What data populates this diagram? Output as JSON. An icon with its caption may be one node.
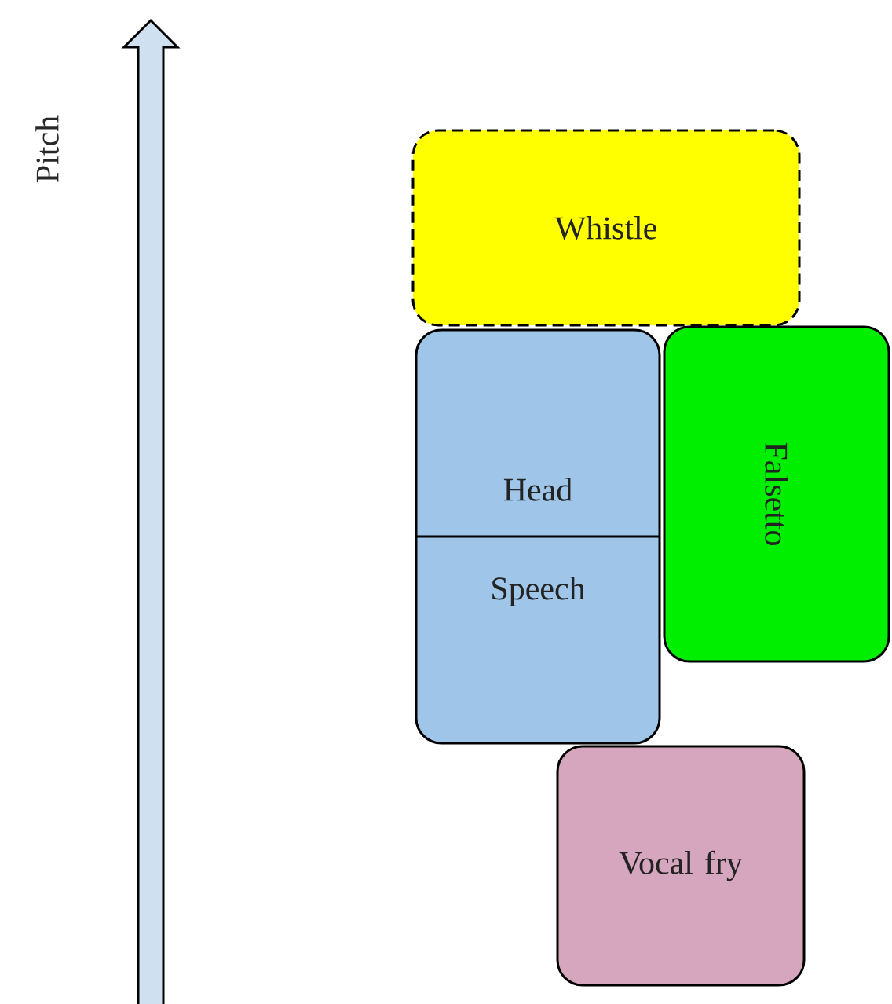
{
  "diagram": {
    "nodes": [
      {
        "text": [
          "Whistle"
        ]
      },
      {
        "text": [
          "Head",
          "Speech"
        ]
      },
      {
        "text": [
          "Falsetto"
        ]
      },
      {
        "text": [
          "Vocal fry"
        ]
      }
    ],
    "labels": [
      "Pitch"
    ]
  }
}
